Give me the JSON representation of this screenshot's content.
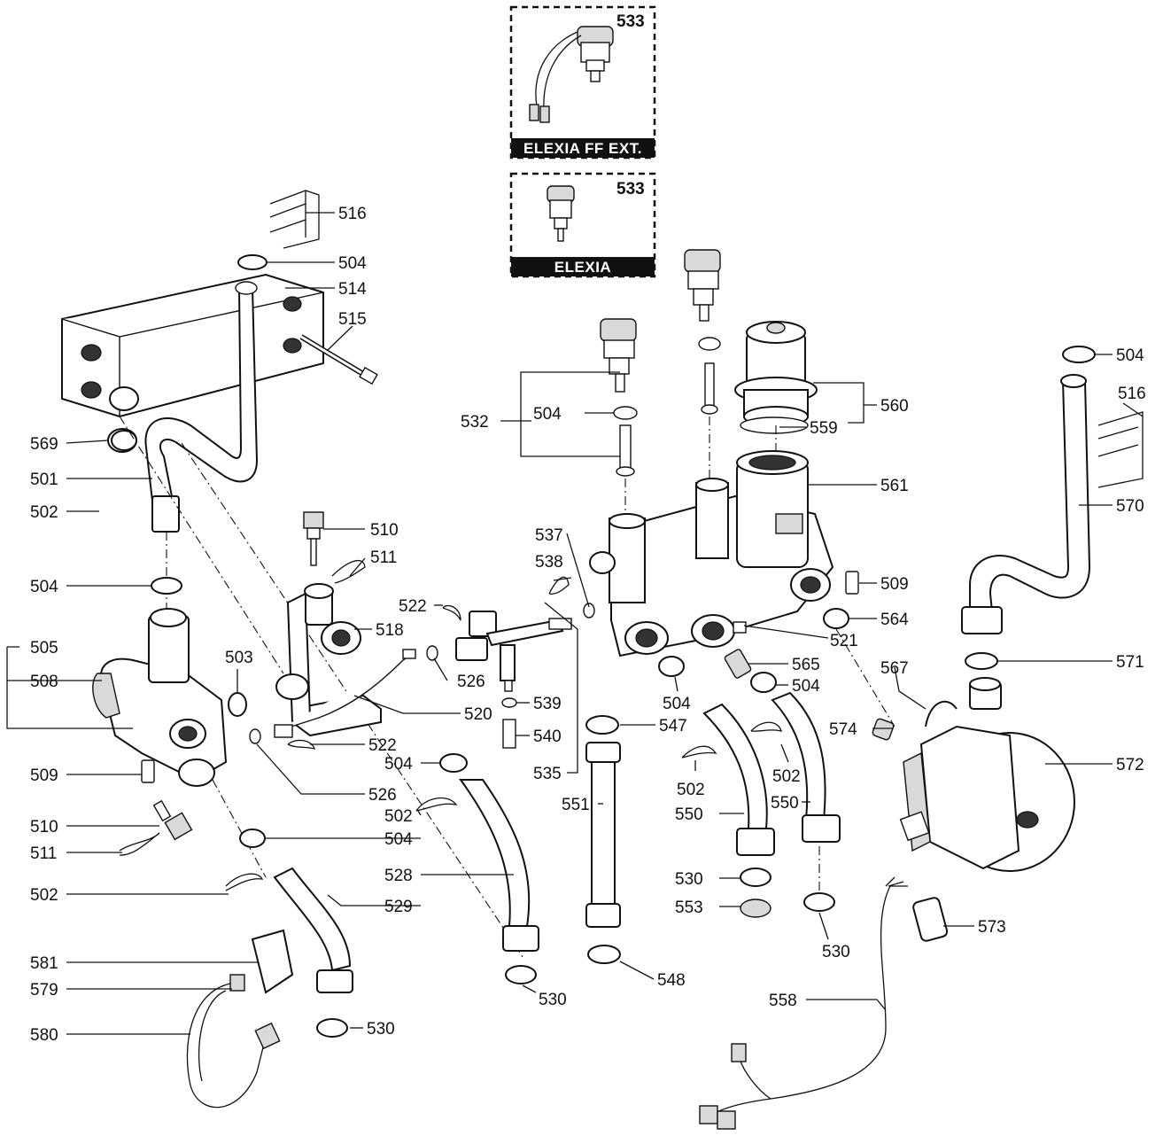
{
  "insets": {
    "ff_ext": {
      "part_number": "533",
      "caption": "ELEXIA FF EXT."
    },
    "std": {
      "part_number": "533",
      "caption": "ELEXIA"
    }
  },
  "callouts": {
    "c516a": "516",
    "c504a": "504",
    "c514": "514",
    "c515": "515",
    "c569": "569",
    "c501": "501",
    "c502a": "502",
    "c504b": "504",
    "c505": "505",
    "c508": "508",
    "c503": "503",
    "c509a": "509",
    "c510a": "510",
    "c511a": "511",
    "c502b": "502",
    "c581": "581",
    "c579": "579",
    "c580": "580",
    "c510b": "510",
    "c511b": "511",
    "c522a": "522",
    "c518": "518",
    "c526a": "526",
    "c520": "520",
    "c522b": "522",
    "c526b": "526",
    "c504c": "504",
    "c502c": "502",
    "c504d": "504",
    "c528": "528",
    "c529": "529",
    "c530a": "530",
    "c530b": "530",
    "c532": "532",
    "c504e": "504",
    "c537": "537",
    "c538": "538",
    "c539": "539",
    "c540": "540",
    "c535": "535",
    "c547": "547",
    "c551": "551",
    "c548": "548",
    "c560": "560",
    "c559": "559",
    "c561": "561",
    "c509b": "509",
    "c564": "564",
    "c521": "521",
    "c565": "565",
    "c504f": "504",
    "c504g": "504",
    "c567": "567",
    "c502d": "502",
    "c502e": "502",
    "c550a": "550",
    "c550b": "550",
    "c530c": "530",
    "c553": "553",
    "c530d": "530",
    "c504h": "504",
    "c516b": "516",
    "c570": "570",
    "c571": "571",
    "c574": "574",
    "c572": "572",
    "c573": "573",
    "c558": "558"
  }
}
